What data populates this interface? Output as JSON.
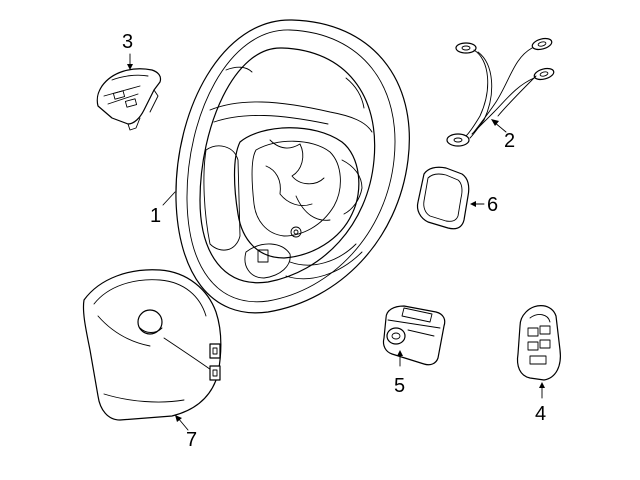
{
  "diagram": {
    "callouts": [
      {
        "id": "1",
        "label": "1"
      },
      {
        "id": "2",
        "label": "2"
      },
      {
        "id": "3",
        "label": "3"
      },
      {
        "id": "4",
        "label": "4"
      },
      {
        "id": "5",
        "label": "5"
      },
      {
        "id": "6",
        "label": "6"
      },
      {
        "id": "7",
        "label": "7"
      }
    ],
    "colors": {
      "line": "#000000",
      "background": "#ffffff"
    }
  }
}
